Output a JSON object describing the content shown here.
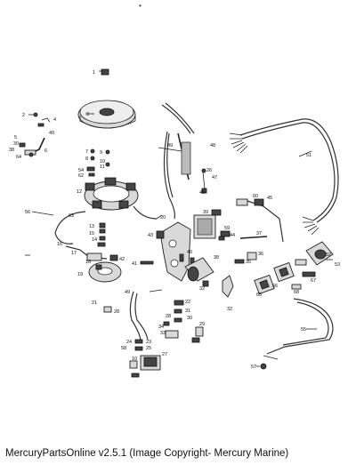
{
  "top_mark": "•",
  "footer": "MercuryPartsOnline v2.5.1 (Image Copyright- Mercury Marine)",
  "callouts": [
    "1",
    "2",
    "3",
    "4",
    "5",
    "6",
    "7",
    "8",
    "9",
    "10",
    "11",
    "12",
    "13",
    "14",
    "15",
    "16",
    "17",
    "18",
    "19",
    "20",
    "21",
    "22",
    "23",
    "24",
    "25",
    "26",
    "27",
    "28",
    "29",
    "30",
    "31",
    "32",
    "33",
    "34",
    "35",
    "36",
    "37",
    "38",
    "39",
    "40",
    "41",
    "42",
    "43",
    "44",
    "45",
    "46",
    "47",
    "48",
    "49",
    "50",
    "51",
    "52",
    "53",
    "54",
    "55",
    "56",
    "57",
    "58",
    "59",
    "60",
    "61",
    "62",
    "63",
    "64",
    "65",
    "66",
    "67",
    "68"
  ]
}
